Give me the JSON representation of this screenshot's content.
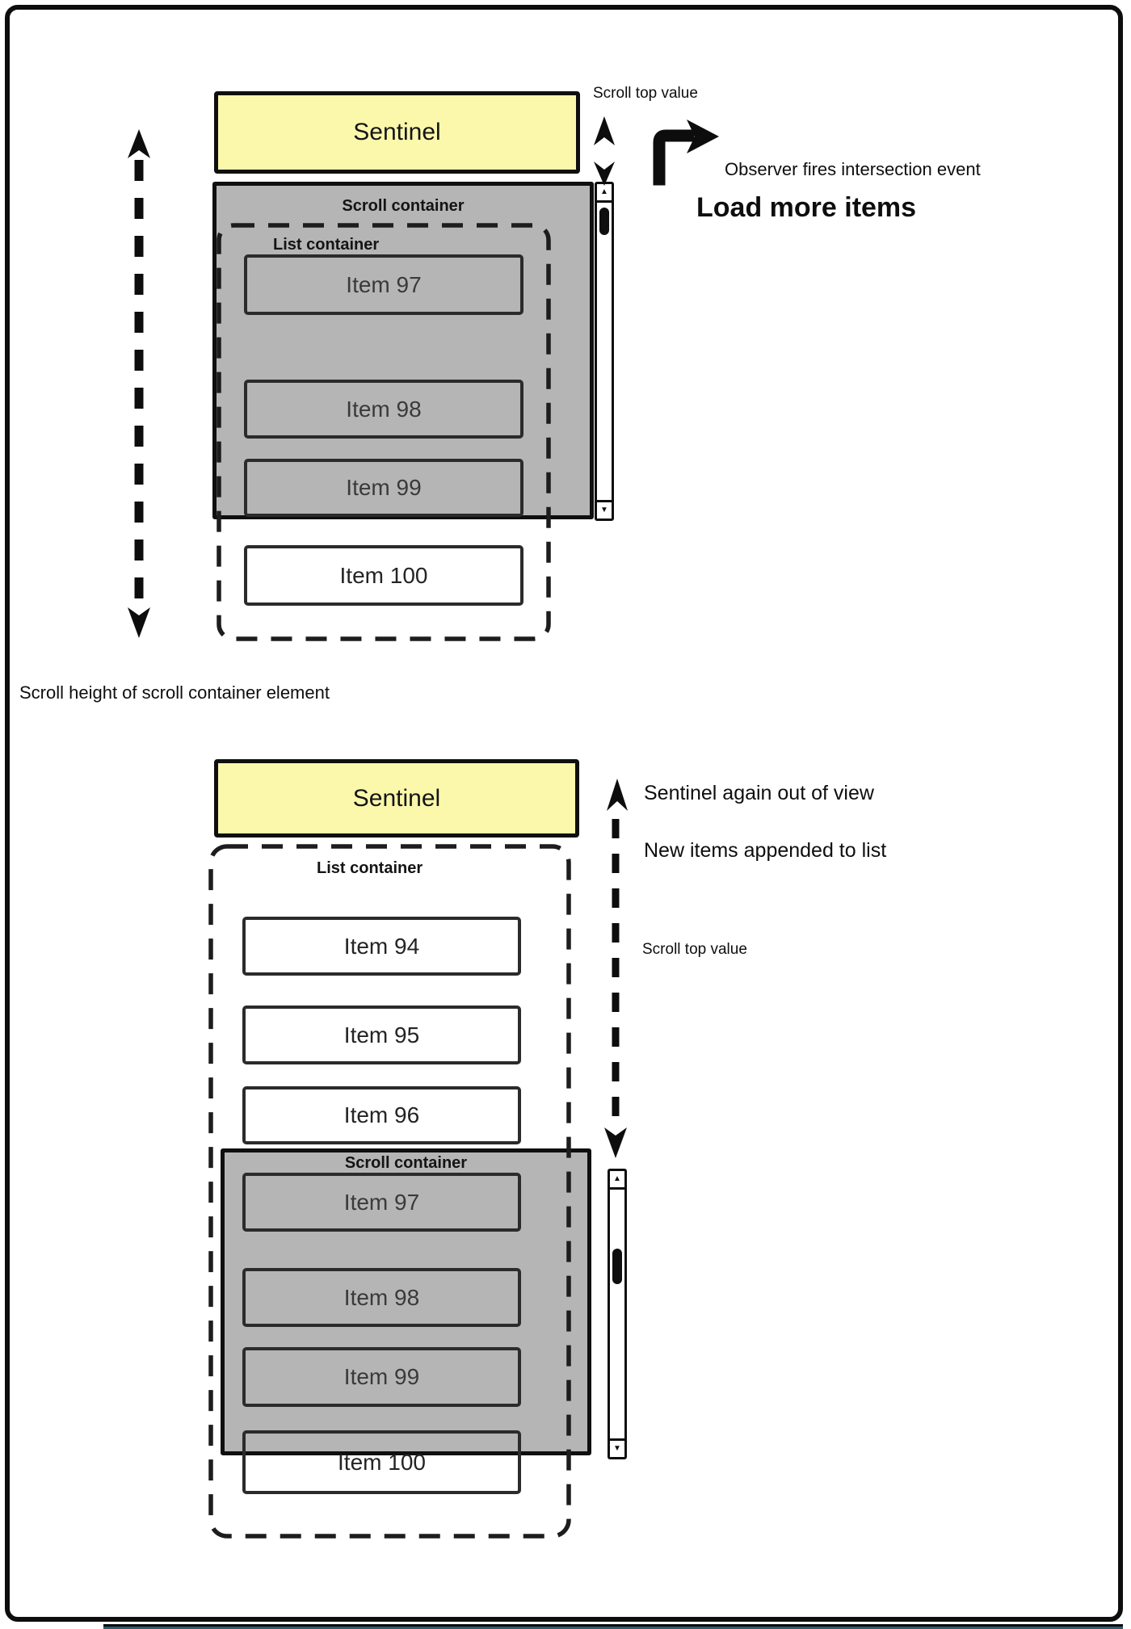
{
  "colors": {
    "ink": "#111111",
    "sentinel_fill": "#FBF8AB",
    "scroll_container_fill": "#B5B5B5",
    "teal_bar": "#2A5D6E"
  },
  "icons": {
    "up_triangle": "▲",
    "down_triangle": "▼"
  },
  "diagram1": {
    "sentinel_label": "Sentinel",
    "scroll_top_label": "Scroll top value",
    "scroll_container_label": "Scroll container",
    "list_container_label": "List container",
    "items_in_view": [
      "Item 97",
      "Item 98",
      "Item 99"
    ],
    "item_below": "Item 100",
    "observer_label": "Observer fires intersection event",
    "load_more_label": "Load more items",
    "scroll_height_label": "Scroll height of scroll container element"
  },
  "diagram2": {
    "sentinel_label": "Sentinel",
    "sentinel_out_label": "Sentinel again out of view",
    "new_items_label": "New items appended to list",
    "scroll_top_label": "Scroll top value",
    "list_container_label": "List container",
    "scroll_container_label": "Scroll container",
    "items_above": [
      "Item 94",
      "Item 95",
      "Item 96"
    ],
    "items_in_view": [
      "Item 97",
      "Item 98",
      "Item 99"
    ],
    "item_partial": "Item 100"
  }
}
